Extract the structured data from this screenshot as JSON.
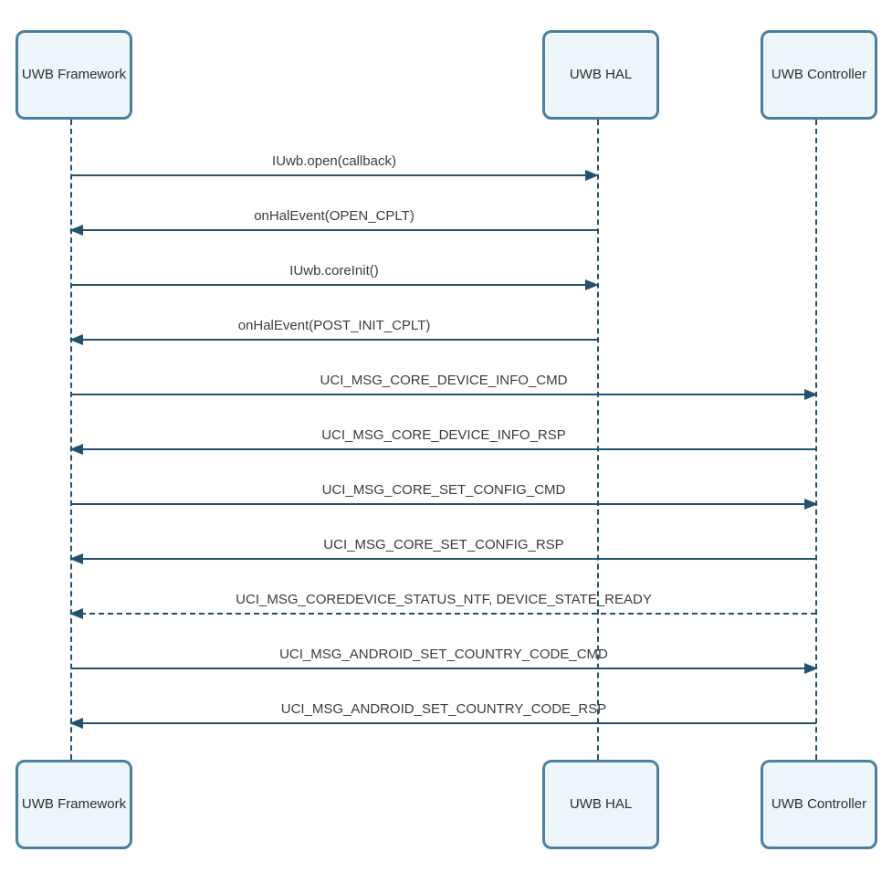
{
  "diagram_type": "uml-sequence-diagram",
  "colors": {
    "line": "#23526f",
    "box_border": "#4b7fa0",
    "box_fill": "#ecf6fb",
    "text": "#3c3c3c",
    "background": "#ffffff"
  },
  "actors": [
    {
      "label": "UWB Framework"
    },
    {
      "label": "UWB HAL"
    },
    {
      "label": "UWB Controller"
    }
  ],
  "messages": [
    {
      "label": "IUwb.open(callback)",
      "from": "UWB Framework",
      "to": "UWB HAL",
      "line": "solid"
    },
    {
      "label": "onHalEvent(OPEN_CPLT)",
      "from": "UWB HAL",
      "to": "UWB Framework",
      "line": "solid"
    },
    {
      "label": "IUwb.coreInit()",
      "from": "UWB Framework",
      "to": "UWB HAL",
      "line": "solid"
    },
    {
      "label": "onHalEvent(POST_INIT_CPLT)",
      "from": "UWB HAL",
      "to": "UWB Framework",
      "line": "solid"
    },
    {
      "label": "UCI_MSG_CORE_DEVICE_INFO_CMD",
      "from": "UWB Framework",
      "to": "UWB Controller",
      "line": "solid"
    },
    {
      "label": "UCI_MSG_CORE_DEVICE_INFO_RSP",
      "from": "UWB Controller",
      "to": "UWB Framework",
      "line": "solid"
    },
    {
      "label": "UCI_MSG_CORE_SET_CONFIG_CMD",
      "from": "UWB Framework",
      "to": "UWB Controller",
      "line": "solid"
    },
    {
      "label": "UCI_MSG_CORE_SET_CONFIG_RSP",
      "from": "UWB Controller",
      "to": "UWB Framework",
      "line": "solid"
    },
    {
      "label": "UCI_MSG_COREDEVICE_STATUS_NTF, DEVICE_STATE_READY",
      "from": "UWB Controller",
      "to": "UWB Framework",
      "line": "dashed"
    },
    {
      "label": "UCI_MSG_ANDROID_SET_COUNTRY_CODE_CMD",
      "from": "UWB Framework",
      "to": "UWB Controller",
      "line": "solid"
    },
    {
      "label": "UCI_MSG_ANDROID_SET_COUNTRY_CODE_RSP",
      "from": "UWB Controller",
      "to": "UWB Framework",
      "line": "solid"
    }
  ]
}
